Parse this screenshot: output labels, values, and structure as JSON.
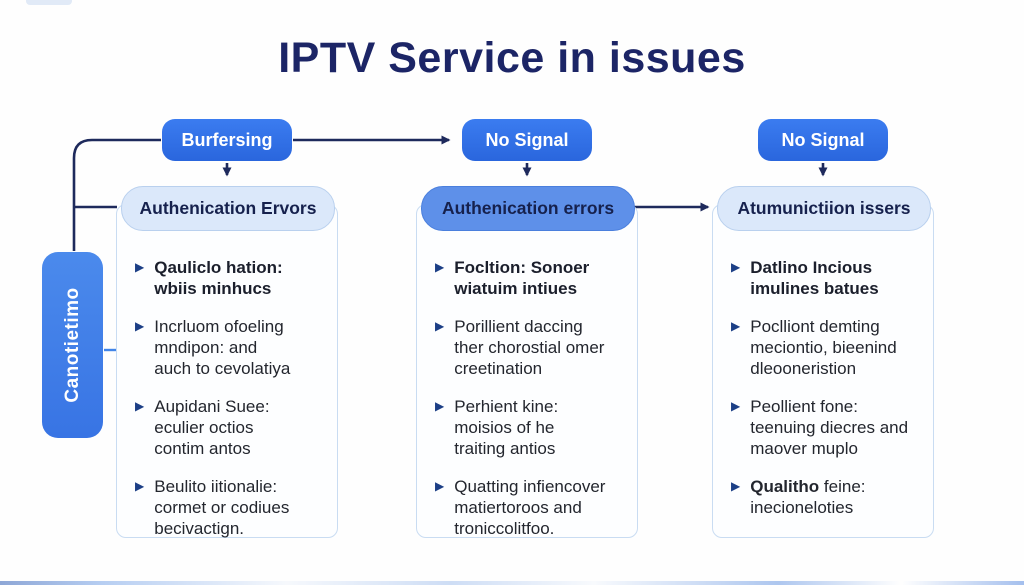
{
  "title": "IPTV Service in issues",
  "side_label": "Canotietimo",
  "columns": [
    {
      "top_button": "Burfersing",
      "sub_header": "Authenication Ervors",
      "sub_header_style": "light",
      "bullets": [
        {
          "style": "bold",
          "lines": [
            "Qauliclo hation:",
            "wbiis minhucs"
          ]
        },
        {
          "style": "normal",
          "lines": [
            "Incrluom ofoeling",
            "mndipon: and",
            "auch to cevolatiya"
          ]
        },
        {
          "style": "normal",
          "lines": [
            "Aupidani Suee:",
            "eculier octios",
            "contim antos"
          ]
        },
        {
          "style": "normal",
          "lines": [
            "Beulito iitionalie:",
            "cormet or codiues",
            "becivactign."
          ]
        }
      ]
    },
    {
      "top_button": "No Signal",
      "sub_header": "Authenication errors",
      "sub_header_style": "filled",
      "bullets": [
        {
          "style": "bold",
          "lines": [
            "Focltion: Sonoer",
            "wiatuim intiues"
          ]
        },
        {
          "style": "normal",
          "lines": [
            "Porillient daccing",
            "ther chorostial omer",
            "creetination"
          ]
        },
        {
          "style": "normal",
          "lines": [
            "Perhient kine:",
            "moisios of he",
            "traiting antios"
          ]
        },
        {
          "style": "normal",
          "lines": [
            "Quatting infiencover",
            "matiertoroos and",
            "troniccolitfoo."
          ]
        }
      ]
    },
    {
      "top_button": "No Signal",
      "sub_header": "Atumunictiion issers",
      "sub_header_style": "light",
      "bullets": [
        {
          "style": "bold",
          "lines": [
            "Datlino Incious",
            "imulines batues"
          ]
        },
        {
          "style": "normal",
          "lines": [
            "Poclliont demting",
            "meciontio, bieenind",
            "dleooneristion"
          ]
        },
        {
          "style": "normal",
          "lines": [
            "Peollient fone:",
            "teenuing diecres and",
            "maover muplo"
          ]
        },
        {
          "style": "lead-bold",
          "lines": [
            "Qualitho feine:",
            "inecioneloties"
          ]
        }
      ]
    }
  ],
  "icons": {
    "bullet_marker": "triangle-right-icon",
    "connector_arrow": "arrowhead-icon"
  },
  "colors": {
    "title_text": "#1c2566",
    "accent_blue": "#2f6fe4",
    "mid_blue_pill": "#5e90e9",
    "light_pill_bg": "#dbe8fa",
    "card_border": "#c9dcf2",
    "connector_navy": "#1e2a5c",
    "body_text": "#23262e"
  }
}
